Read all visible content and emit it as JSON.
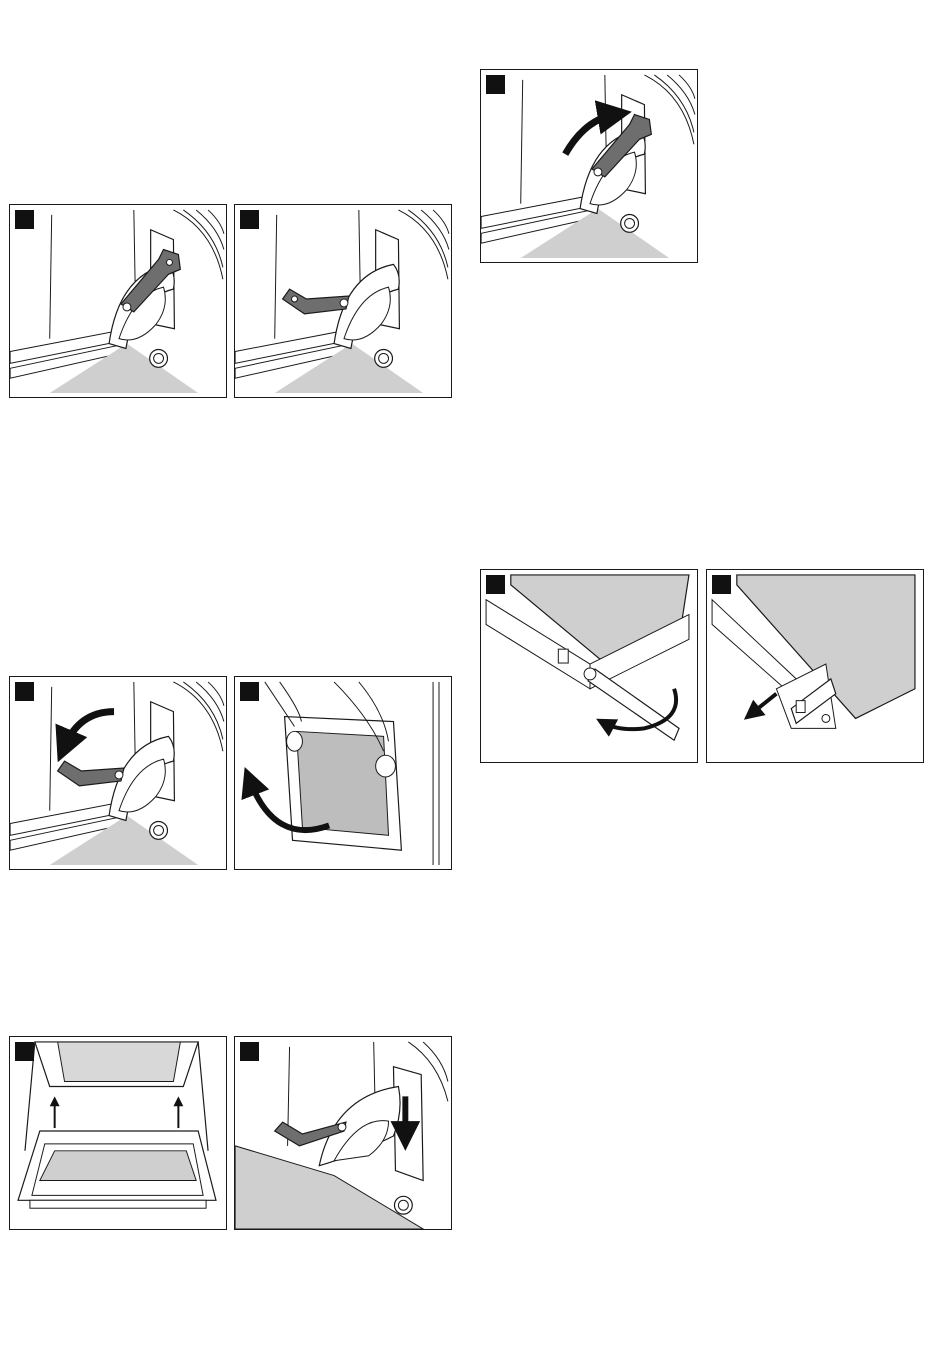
{
  "page": {
    "figures": [
      {
        "name": "hinge-lever-closed",
        "caption": ""
      },
      {
        "name": "hinge-lever-open",
        "caption": ""
      },
      {
        "name": "hinge-lever-fold-up",
        "caption": ""
      },
      {
        "name": "hinge-lever-fold-down",
        "caption": ""
      },
      {
        "name": "door-lift-off",
        "caption": ""
      },
      {
        "name": "cover-strip-unscrew",
        "caption": ""
      },
      {
        "name": "cover-strip-remove",
        "caption": ""
      },
      {
        "name": "door-panel-insert",
        "caption": ""
      },
      {
        "name": "hinge-engage-slot",
        "caption": ""
      }
    ],
    "colors": {
      "lever": "#6e6e6e",
      "panel": "#cfcfcf",
      "line": "#1a1a1a",
      "marker": "#111111"
    }
  }
}
